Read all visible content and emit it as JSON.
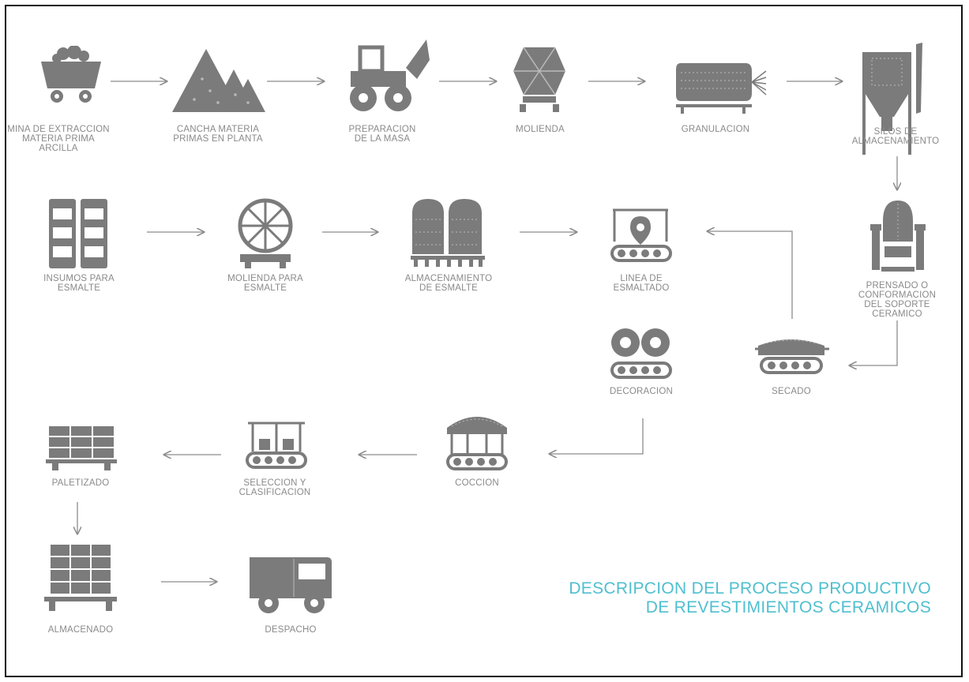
{
  "title": {
    "line1": "DESCRIPCION DEL PROCESO PRODUCTIVO",
    "line2": "DE REVESTIMIENTOS CERAMICOS"
  },
  "steps": [
    {
      "label": "MINA DE EXTRACCION\nMATERIA PRIMA\nARCILLA",
      "icon": "mine-cart-icon"
    },
    {
      "label": "CANCHA MATERIA\nPRIMAS EN PLANTA",
      "icon": "material-piles-icon"
    },
    {
      "label": "PREPARACION\nDE LA MASA",
      "icon": "loader-truck-icon"
    },
    {
      "label": "MOLIENDA",
      "icon": "mill-icon"
    },
    {
      "label": "GRANULACION",
      "icon": "spray-dryer-icon"
    },
    {
      "label": "SILOS DE\nALMACENAMIENTO",
      "icon": "silo-icon"
    },
    {
      "label": "PRENSADO O\nCONFORMACION\nDEL SOPORTE CERAMICO",
      "icon": "press-icon"
    },
    {
      "label": "SECADO",
      "icon": "dryer-icon"
    },
    {
      "label": "LINEA DE\nESMALTADO",
      "icon": "glazing-line-icon"
    },
    {
      "label": "INSUMOS PARA\nESMALTE",
      "icon": "glaze-supplies-icon"
    },
    {
      "label": "MOLIENDA PARA\nESMALTE",
      "icon": "glaze-mill-icon"
    },
    {
      "label": "ALMACENAMIENTO\nDE ESMALTE",
      "icon": "glaze-tanks-icon"
    },
    {
      "label": "DECORACION",
      "icon": "decoration-icon"
    },
    {
      "label": "COCCION",
      "icon": "kiln-icon"
    },
    {
      "label": "SELECCION Y\nCLASIFICACION",
      "icon": "sorting-icon"
    },
    {
      "label": "PALETIZADO",
      "icon": "pallet-icon"
    },
    {
      "label": "ALMACENADO",
      "icon": "stacked-pallet-icon"
    },
    {
      "label": "DESPACHO",
      "icon": "truck-icon"
    }
  ],
  "colors": {
    "icon": "#7b7b7b",
    "arrow": "#8c8c8c",
    "text": "#8a8a8a",
    "title": "#4fbfcf"
  }
}
